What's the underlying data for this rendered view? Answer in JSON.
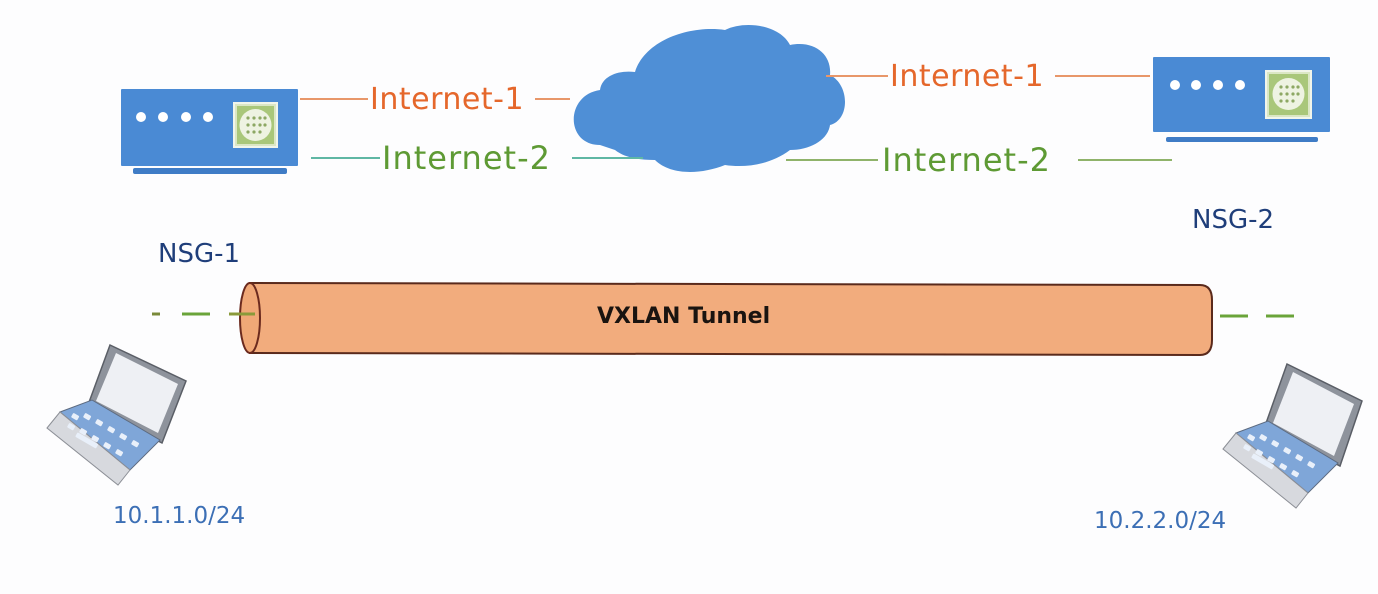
{
  "diagram": {
    "title": "VXLAN tunnel between two NSG devices over dual Internet links",
    "cloud": {
      "name": "internet-cloud",
      "color": "#4f8fd6"
    },
    "links": {
      "left_internet_1": "Internet-1",
      "left_internet_2": "Internet-2",
      "right_internet_1": "Internet-1",
      "right_internet_2": "Internet-2",
      "internet_1_line_color": "#e8976a",
      "internet_2_line_color": "#5fb7a4",
      "internet_2_right_line_color": "#8fb36a"
    },
    "devices": [
      {
        "label": "NSG-1",
        "color": "#4a8ad4",
        "lan": "10.1.1.0/24"
      },
      {
        "label": "NSG-2",
        "color": "#4a8ad4",
        "lan": "10.2.2.0/24"
      }
    ],
    "tunnel": {
      "label": "VXLAN Tunnel",
      "fill": "#f2ac7d",
      "stroke": "#5a2a1c"
    },
    "dash_color": "#6aa43a"
  }
}
